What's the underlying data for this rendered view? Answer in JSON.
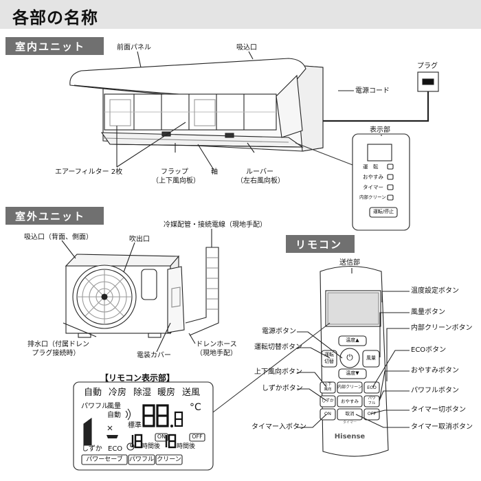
{
  "page_title": "各部の名称",
  "sections": {
    "indoor": "室内ユニット",
    "outdoor": "室外ユニット",
    "remote": "リモコン"
  },
  "indoor": {
    "front_panel": "前面パネル",
    "intake": "吸込口",
    "plug": "プラグ",
    "power_cord": "電源コード",
    "display": "表示部",
    "air_filter": "エアーフィルター 2枚",
    "flap": "フラップ",
    "flap_sub": "（上下風向板）",
    "shaft": "軸",
    "louver": "ルーバー",
    "louver_sub": "（左右風向板）",
    "display_items": [
      "運　転",
      "おやすみ",
      "タイマー",
      "内部クリーン"
    ],
    "display_button": "運転/停止"
  },
  "outdoor": {
    "intake": "吸込口（背面、側面）",
    "outlet": "吹出口",
    "pipes": "冷媒配管・接続電線（現地手配）",
    "drain_port_1": "排水口（付属ドレン",
    "drain_port_2": "プラグ接続時）",
    "cover": "電装カバー",
    "drain_hose_1": "ドレンホース",
    "drain_hose_2": "（現地手配）"
  },
  "remote": {
    "transmitter": "送信部",
    "temp_button": "温度設定ボタン",
    "fan_button": "風量ボタン",
    "clean_button": "内部クリーンボタン",
    "power_button": "電源ボタン",
    "mode_button": "運転切替ボタン",
    "eco_button": "ECOボタン",
    "sleep_button": "おやすみボタン",
    "vane_button": "上下風向ボタン",
    "quiet_button": "しずかボタン",
    "powerful_button": "パワフルボタン",
    "timer_off_button": "タイマー切ボタン",
    "timer_on_button": "タイマー入ボタン",
    "timer_cancel_button": "タイマー取消ボタン",
    "keys": {
      "temp_up": "温度▲",
      "temp_down": "温度▼",
      "mode_1": "運転",
      "mode_2": "切替",
      "fan": "風量",
      "vane_1": "上下",
      "vane_2": "風向",
      "clean": "内部クリーン",
      "eco": "ECO",
      "quiet": "しずか",
      "sleep": "おやすみ",
      "powerful_1": "パワ",
      "powerful_2": "フル",
      "on": "ON",
      "cancel": "取消",
      "off": "OFF",
      "timer_caption": "タイマー"
    },
    "brand": "Hisense"
  },
  "remote_display": {
    "title": "【リモコン表示部】",
    "modes": [
      "自動",
      "冷房",
      "除湿",
      "暖房",
      "送風"
    ],
    "powerful": "パワフル",
    "fan_label": "風量",
    "fan_auto": "自動",
    "temp_digits": "88",
    "temp_decimal": ".8",
    "temp_unit": "°C",
    "standard": "標準",
    "quiet": "しずか",
    "eco": "ECO",
    "timer_on_digits": "18",
    "timer_on_badge": "ON",
    "timer_on_after": "時間後",
    "timer_off_digits": "18",
    "timer_off_badge": "OFF",
    "timer_off_after": "時間後",
    "bottom_buttons": [
      "パワーセーブ",
      "パワフル",
      "クリーン"
    ]
  }
}
